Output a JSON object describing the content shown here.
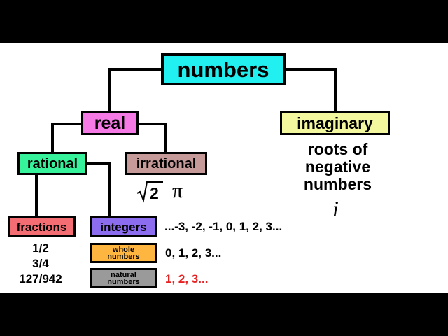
{
  "nodes": {
    "numbers": "numbers",
    "real": "real",
    "imaginary": "imaginary",
    "rational": "rational",
    "irrational": "irrational",
    "fractions": "fractions",
    "integers": "integers",
    "whole": "whole numbers",
    "natural": "natural numbers"
  },
  "annotations": {
    "imaginary_desc": [
      "roots of",
      "negative",
      "numbers"
    ],
    "imaginary_symbol": "i",
    "irrational_sqrt": "2",
    "irrational_pi": "π",
    "fraction_examples": [
      "1/2",
      "3/4",
      "127/942"
    ],
    "integers_examples": "...-3, -2, -1, 0, 1, 2, 3...",
    "whole_examples": "0, 1, 2, 3...",
    "natural_examples": "1, 2, 3..."
  },
  "colors": {
    "numbers": "#22f0f0",
    "real": "#f57ae6",
    "imaginary": "#f3f79d",
    "rational": "#35f29b",
    "irrational": "#c79a9a",
    "fractions": "#f46d72",
    "integers": "#8c6df0",
    "whole": "#ffb641",
    "natural": "#9a9a9a",
    "natural_examples_text": "#e52222"
  }
}
